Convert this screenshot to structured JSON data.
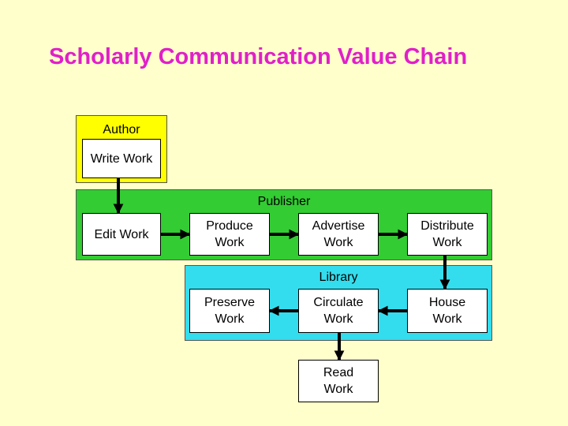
{
  "title": "Scholarly Communication Value Chain",
  "colors": {
    "background": "#ffffcc",
    "title": "#e020c8",
    "author_region": "#ffff00",
    "publisher_region": "#33cc33",
    "library_region": "#33ddee",
    "node": "#ffffff",
    "arrow": "#000000"
  },
  "regions": {
    "author": {
      "label": "Author"
    },
    "publisher": {
      "label": "Publisher"
    },
    "library": {
      "label": "Library"
    }
  },
  "nodes": {
    "write_work": "Write Work",
    "edit_work": "Edit Work",
    "produce_work": "Produce\nWork",
    "advertise_work": "Advertise\nWork",
    "distribute_work": "Distribute\nWork",
    "preserve_work": "Preserve\nWork",
    "circulate_work": "Circulate\nWork",
    "house_work": "House\nWork",
    "read_work": "Read\nWork"
  },
  "edges": [
    {
      "from": "write_work",
      "to": "edit_work"
    },
    {
      "from": "edit_work",
      "to": "produce_work"
    },
    {
      "from": "produce_work",
      "to": "advertise_work"
    },
    {
      "from": "advertise_work",
      "to": "distribute_work"
    },
    {
      "from": "distribute_work",
      "to": "house_work"
    },
    {
      "from": "house_work",
      "to": "circulate_work"
    },
    {
      "from": "circulate_work",
      "to": "preserve_work"
    },
    {
      "from": "circulate_work",
      "to": "read_work"
    }
  ]
}
